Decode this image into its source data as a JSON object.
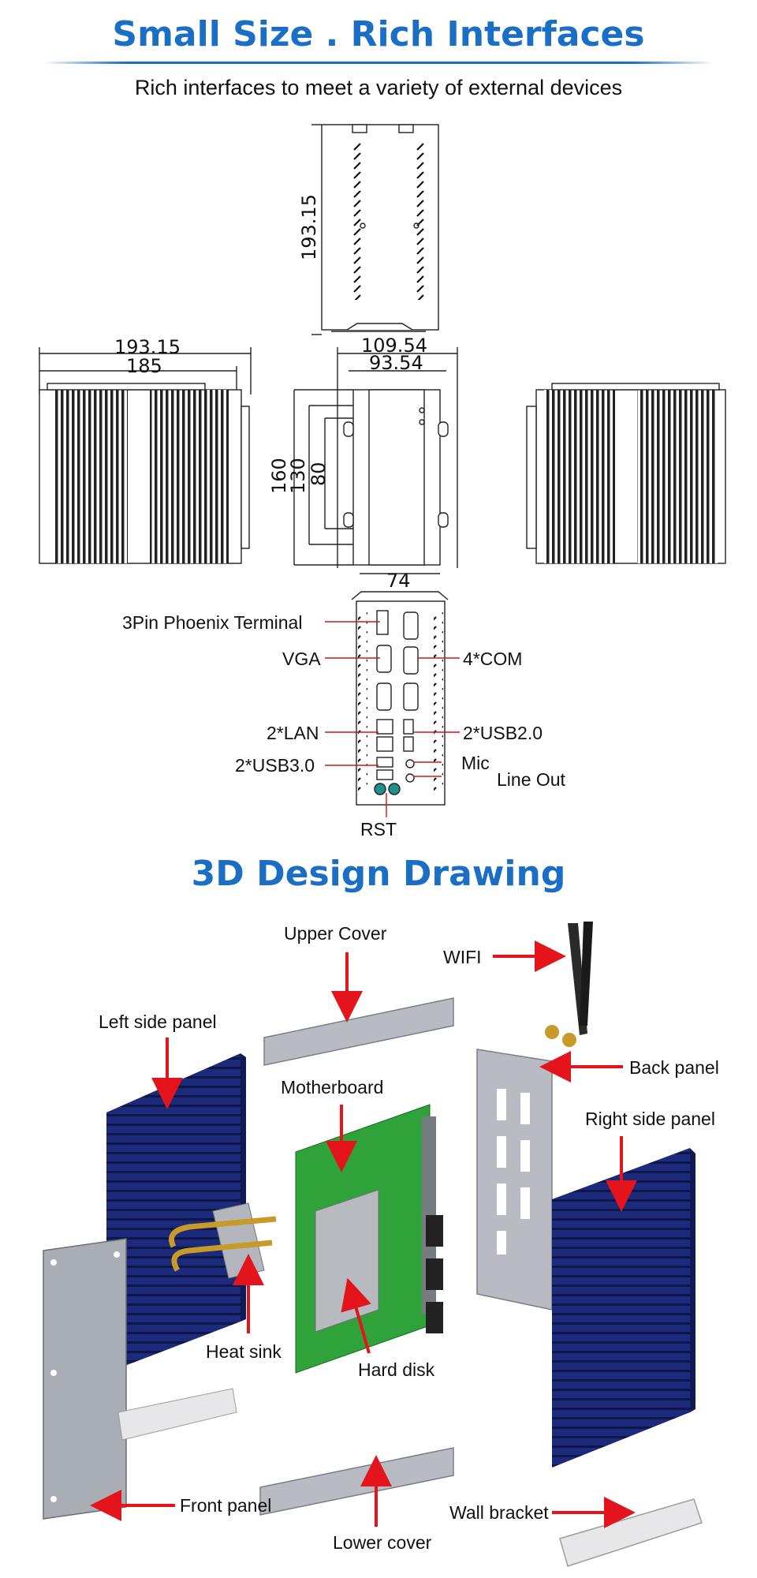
{
  "header": {
    "title": "Small Size . Rich Interfaces",
    "subtitle": "Rich interfaces to meet a variety of external devices"
  },
  "dimensions": {
    "top_height": "193.15",
    "side_length_outer": "193.15",
    "side_length_inner": "185",
    "front_width_outer": "109.54",
    "front_width_inner": "93.54",
    "front_height_outer": "160",
    "front_height_mid": "130",
    "front_height_inner": "80",
    "front_bottom_width": "74"
  },
  "ports": {
    "phoenix": "3Pin Phoenix Terminal",
    "vga": "VGA",
    "com": "4*COM",
    "lan": "2*LAN",
    "usb2": "2*USB2.0",
    "usb3": "2*USB3.0",
    "mic": "Mic",
    "line_out": "Line Out",
    "rst": "RST"
  },
  "design": {
    "title": "3D Design Drawing",
    "parts": {
      "upper_cover": "Upper Cover",
      "wifi": "WIFI",
      "left_side_panel": "Left side panel",
      "back_panel": "Back panel",
      "motherboard": "Motherboard",
      "right_side_panel": "Right side panel",
      "heat_sink": "Heat sink",
      "hard_disk": "Hard disk",
      "front_panel": "Front panel",
      "wall_bracket": "Wall bracket",
      "lower_cover": "Lower cover"
    }
  },
  "colors": {
    "title_blue": "#1a6fc4",
    "arrow_red": "#e3141b",
    "panel_navy": "#1b2a7a",
    "board_green": "#2fa33a",
    "metal_grey": "#b8bcc2"
  }
}
